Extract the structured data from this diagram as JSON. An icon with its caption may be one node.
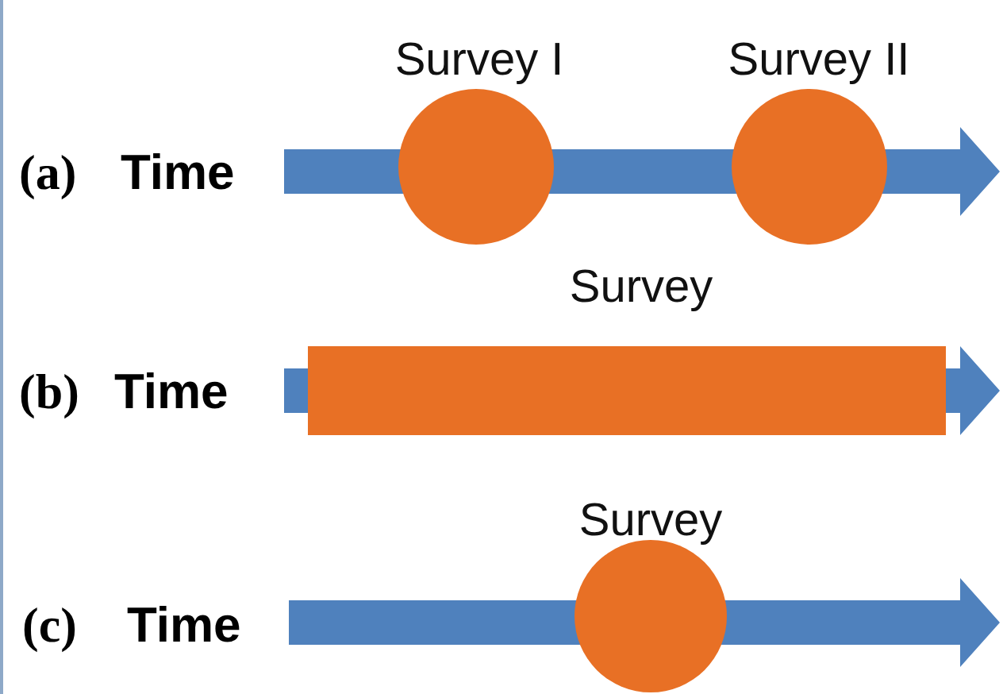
{
  "diagram": {
    "nodes": [
      {
        "text": [
          "Survey I"
        ]
      },
      {
        "text": [
          "Survey II"
        ]
      },
      {
        "text": [
          "Survey"
        ]
      },
      {
        "text": [
          "Survey"
        ]
      }
    ],
    "labels": [
      "(a)",
      "Time",
      "(b)",
      "Time",
      "(c)",
      "Time"
    ]
  }
}
